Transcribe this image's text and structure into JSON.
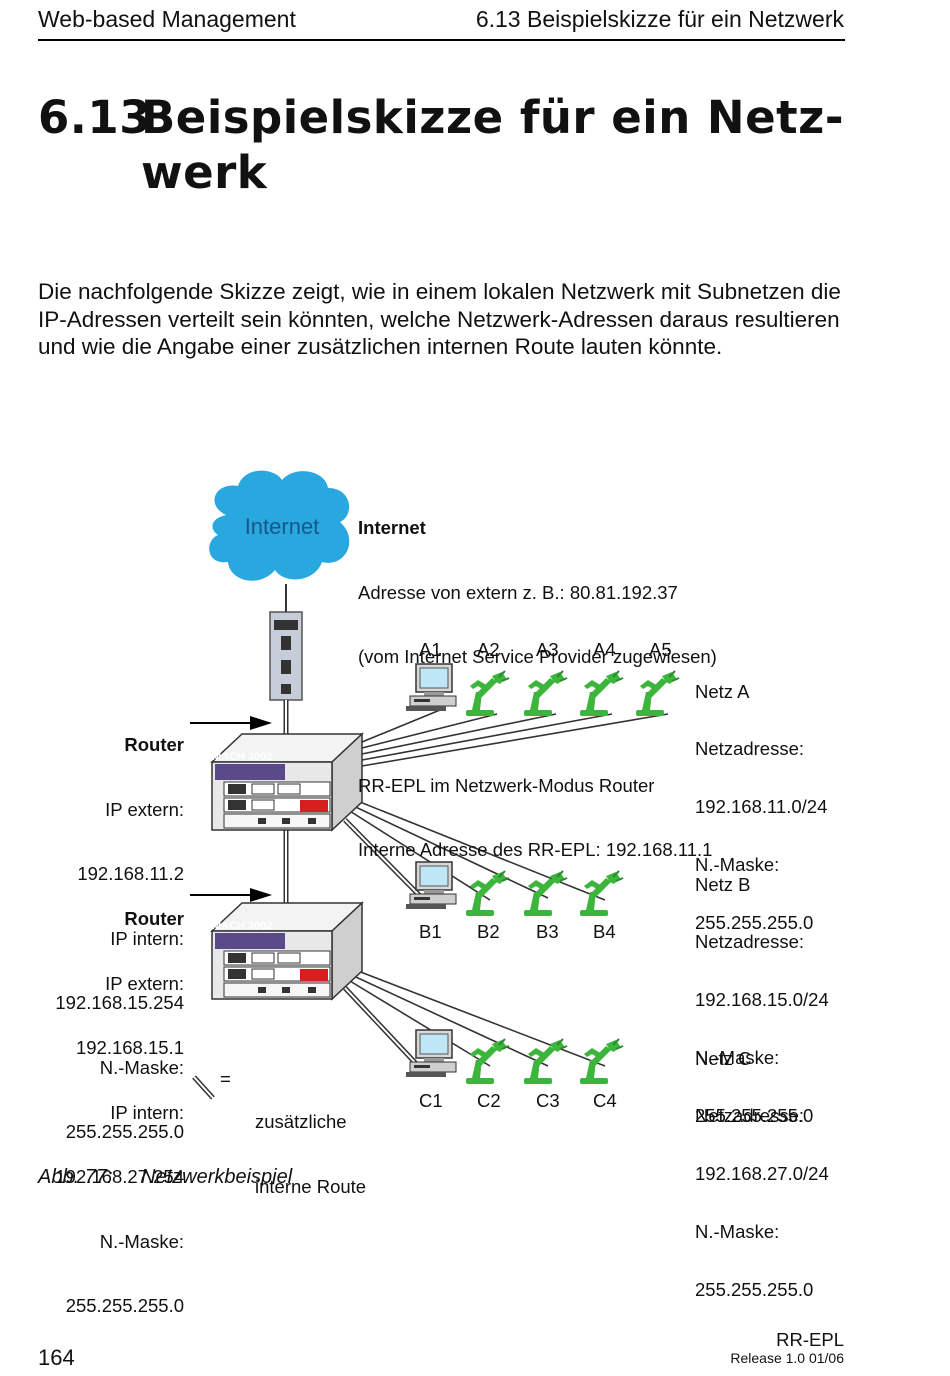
{
  "header": {
    "left": "Web-based Management",
    "right": "6.13  Beispielskizze für ein Netzwerk"
  },
  "title": {
    "number": "6.13",
    "line1": "Beispielskizze für ein Netz-",
    "line2": "werk"
  },
  "intro": "Die nachfolgende Skizze zeigt, wie in einem lokalen Netzwerk mit Subnetzen die IP-Adressen verteilt sein könnten, welche Netzwerk-Adressen daraus resultieren und wie die Angabe einer zusätzlichen internen Route lauten könnte.",
  "diagram": {
    "cloud_label": "Internet",
    "internet_box": {
      "heading": "Internet",
      "line1": "Adresse von extern z. B.: 80.81.192.37",
      "line2": "(vom Internet Service Provider zugewiesen)",
      "line3": "RR-EPL im Netzwerk-Modus Router",
      "line4": "Interne Adresse des RR-EPL: 192.168.11.1"
    },
    "router1": {
      "heading": "Router",
      "lines": [
        "IP extern:",
        "192.168.11.2",
        "IP intern:",
        "192.168.15.254",
        "N.-Maske:",
        "255.255.255.0"
      ]
    },
    "router2": {
      "heading": "Router",
      "lines": [
        "IP extern:",
        "192.168.15.1",
        "IP intern:",
        "192.168.27.254",
        "N.-Maske:",
        "255.255.255.0"
      ]
    },
    "switch_label": "MACH 3002",
    "net_a": {
      "lines": [
        "Netz A",
        "Netzadresse:",
        "192.168.11.0/24",
        "N.-Maske:",
        "255.255.255.0"
      ],
      "devices": [
        "A1",
        "A2",
        "A3",
        "A4",
        "A5"
      ]
    },
    "net_b": {
      "lines": [
        "Netz B",
        "Netzadresse:",
        "192.168.15.0/24",
        "N.-Maske:",
        "255.255.255.0"
      ],
      "devices": [
        "B1",
        "B2",
        "B3",
        "B4"
      ]
    },
    "net_c": {
      "lines": [
        "Netz C",
        "Netzadresse:",
        "192.168.27.0/24",
        "N.-Maske:",
        "255.255.255.0"
      ],
      "devices": [
        "C1",
        "C2",
        "C3",
        "C4"
      ]
    },
    "legend": {
      "symbol": "=",
      "line1": "zusätzliche",
      "line2": "interne Route"
    },
    "robot_color": "#3cb53c",
    "cloud_color": "#29a8e0"
  },
  "caption": {
    "label": "Abb. 77:",
    "text": "Netzwerkbeispiel"
  },
  "footer": {
    "page": "164",
    "product": "RR-EPL",
    "release": "Release  1.0  01/06"
  }
}
